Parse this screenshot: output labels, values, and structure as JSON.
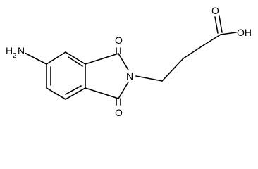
{
  "molecule": {
    "atoms": {
      "n_amine": "N",
      "h2": "H",
      "sub2": "2",
      "n_ring": "N",
      "o_top": "O",
      "o_bottom": "O",
      "o_acid": "O",
      "oh": "OH"
    }
  }
}
